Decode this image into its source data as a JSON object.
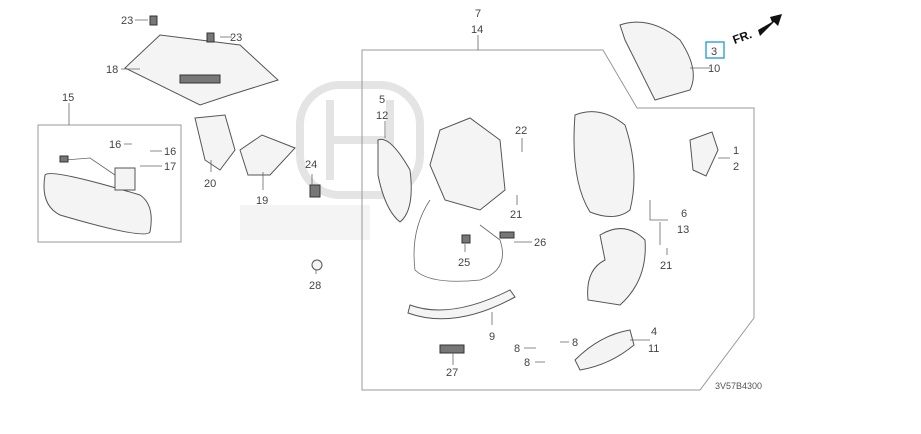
{
  "diagram": {
    "code": "3V57B4300",
    "direction_label": "FR.",
    "watermark": "HONDA",
    "highlighted_callout": "3",
    "callouts": [
      {
        "id": "c23a",
        "text": "23"
      },
      {
        "id": "c23b",
        "text": "23"
      },
      {
        "id": "c18",
        "text": "18"
      },
      {
        "id": "c15",
        "text": "15"
      },
      {
        "id": "c16a",
        "text": "16"
      },
      {
        "id": "c16b",
        "text": "16"
      },
      {
        "id": "c17",
        "text": "17"
      },
      {
        "id": "c20",
        "text": "20"
      },
      {
        "id": "c19",
        "text": "19"
      },
      {
        "id": "c24",
        "text": "24"
      },
      {
        "id": "c28",
        "text": "28"
      },
      {
        "id": "c7",
        "text": "7"
      },
      {
        "id": "c14",
        "text": "14"
      },
      {
        "id": "c5",
        "text": "5"
      },
      {
        "id": "c12",
        "text": "12"
      },
      {
        "id": "c22",
        "text": "22"
      },
      {
        "id": "c21a",
        "text": "21"
      },
      {
        "id": "c26",
        "text": "26"
      },
      {
        "id": "c25",
        "text": "25"
      },
      {
        "id": "c9",
        "text": "9"
      },
      {
        "id": "c8a",
        "text": "8"
      },
      {
        "id": "c8b",
        "text": "8"
      },
      {
        "id": "c8c",
        "text": "8"
      },
      {
        "id": "c27",
        "text": "27"
      },
      {
        "id": "c4",
        "text": "4"
      },
      {
        "id": "c11",
        "text": "11"
      },
      {
        "id": "c6",
        "text": "6"
      },
      {
        "id": "c13",
        "text": "13"
      },
      {
        "id": "c21b",
        "text": "21"
      },
      {
        "id": "c1",
        "text": "1"
      },
      {
        "id": "c2",
        "text": "2"
      },
      {
        "id": "c3",
        "text": "3"
      },
      {
        "id": "c10",
        "text": "10"
      }
    ]
  }
}
